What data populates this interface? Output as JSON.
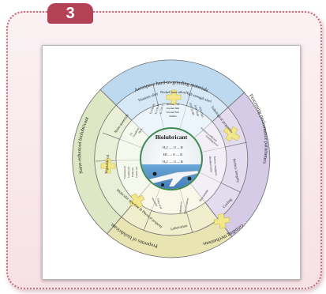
{
  "badge": {
    "number": "3"
  },
  "diagram": {
    "center_title": "Biolubricant",
    "formula_lines": [
      "H₂C — O — R",
      "HC — O — R",
      "H₂C — O — R"
    ],
    "outer_ring": [
      "Aerospace hard-to-grinding materials",
      "Processing performance parameters",
      "Grinding mechanisms",
      "Properties of biolubricant",
      "Nano-enhanced biolubricant"
    ],
    "middle_ring": [
      "Titanium alloy",
      "Nickel base alloy",
      "High strength steel",
      "Tribological properties",
      "Surface integrity",
      "Cooling",
      "Lubrication",
      "Molecular structure & Physical property",
      "Nano materials",
      "Vegetable oil"
    ],
    "inner_items": [
      "Ti-6Al-4V",
      "Ti-5Al-4V",
      "Ti-13V-11",
      "Inconel 718",
      "Inconel 690",
      "Inconel 625",
      "Stellite",
      "AISI 52100",
      "AISI 4340",
      "AISI 1045",
      "Friction coefficient",
      "Grinding force",
      "Residual stress",
      "Surface roughness",
      "Heat transfer",
      "Film formation",
      "Adsorption",
      "Fatty acid",
      "Viscosity",
      "Cu",
      "Graphene",
      "MoS₂",
      "Soybean oil",
      "Canola oil",
      "Palm oil",
      "Castor oil"
    ]
  },
  "colors": {
    "badge": "#b34257",
    "card_border": "#c46a7a",
    "blue_sector": "#bcd9f0",
    "purple_sector": "#d5cbe6",
    "yellow_sector": "#e8e5b3",
    "green_sector": "#dde7c3",
    "connector": "#f2e78a"
  }
}
